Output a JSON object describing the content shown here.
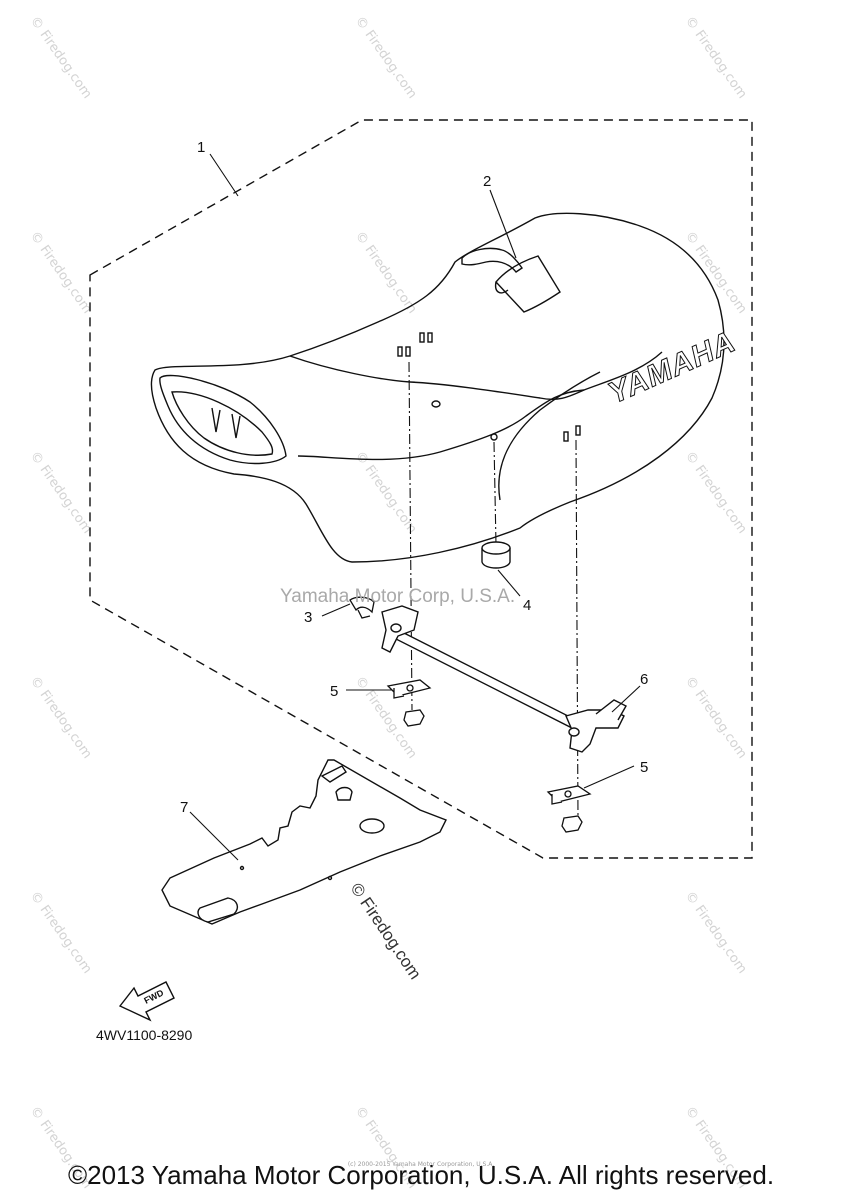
{
  "diagram": {
    "callouts": [
      "1",
      "2",
      "3",
      "4",
      "5",
      "5",
      "6",
      "7"
    ],
    "brand_logo_text": "YAMAHA",
    "fwd_label": "FWD",
    "center_watermark": "Yamaha Motor Corp, U.S.A.",
    "firedog_watermark": "© Firedog.com",
    "firedog_tile": "© Firedog.com",
    "part_number": "4WV1100-8290"
  },
  "footer": {
    "copyright": "©2013 Yamaha Motor Corporation, U.S.A. All rights reserved.",
    "tiny_notice": "(c) 2000-2015 Yamaha Motor Corporation, U.S.A."
  }
}
